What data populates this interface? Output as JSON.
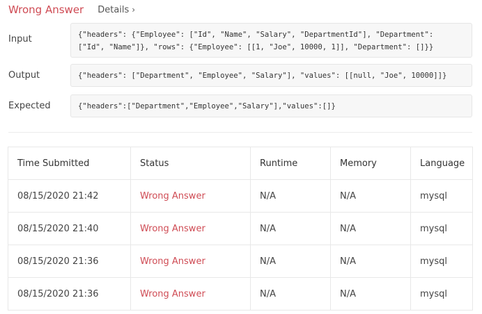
{
  "header": {
    "status": "Wrong Answer",
    "details_label": "Details",
    "details_icon": "chevron-right-icon"
  },
  "io": {
    "input_label": "Input",
    "input_value": "{\"headers\": {\"Employee\": [\"Id\", \"Name\", \"Salary\", \"DepartmentId\"], \"Department\":\n[\"Id\", \"Name\"]}, \"rows\": {\"Employee\": [[1, \"Joe\", 10000, 1]], \"Department\": []}}",
    "output_label": "Output",
    "output_value": "{\"headers\": [\"Department\", \"Employee\", \"Salary\"], \"values\": [[null, \"Joe\", 10000]]}",
    "expected_label": "Expected",
    "expected_value": "{\"headers\":[\"Department\",\"Employee\",\"Salary\"],\"values\":[]}"
  },
  "table": {
    "columns": [
      "Time Submitted",
      "Status",
      "Runtime",
      "Memory",
      "Language"
    ],
    "rows": [
      {
        "time": "08/15/2020 21:42",
        "status": "Wrong Answer",
        "runtime": "N/A",
        "memory": "N/A",
        "language": "mysql"
      },
      {
        "time": "08/15/2020 21:40",
        "status": "Wrong Answer",
        "runtime": "N/A",
        "memory": "N/A",
        "language": "mysql"
      },
      {
        "time": "08/15/2020 21:36",
        "status": "Wrong Answer",
        "runtime": "N/A",
        "memory": "N/A",
        "language": "mysql"
      },
      {
        "time": "08/15/2020 21:36",
        "status": "Wrong Answer",
        "runtime": "N/A",
        "memory": "N/A",
        "language": "mysql"
      }
    ]
  },
  "colors": {
    "error": "#cf4b54",
    "code_bg": "#f7f7f7",
    "border": "#e8e8e8"
  }
}
